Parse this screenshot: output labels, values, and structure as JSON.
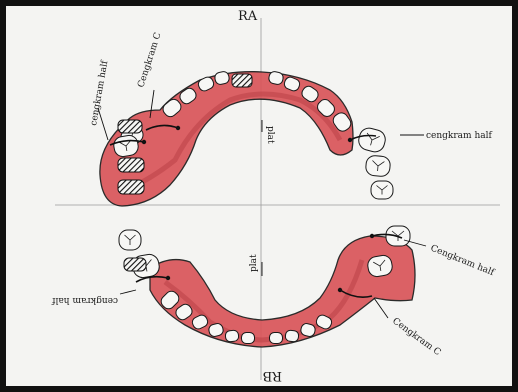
{
  "header": {
    "upper_label": "RA",
    "lower_label": "RB"
  },
  "upper_arch": {
    "labels": {
      "cengkram_half_left": "cengkram half",
      "cengkram_c": "Cengkram C",
      "plat": "plat",
      "cengkram_half_right": "cengkram half"
    }
  },
  "lower_arch": {
    "labels": {
      "cengkram_half_left": "cengkram half",
      "plat": "plat",
      "cengkram_half_right": "Cengkram half",
      "cengkram_c": "Cengkram C"
    }
  },
  "colors": {
    "gum": "#d9555a",
    "gum_dark": "#b33a40",
    "tooth": "#f7f7f5",
    "outline": "#1a1a1a",
    "frame": "#111111",
    "paper": "#f4f4f2"
  }
}
